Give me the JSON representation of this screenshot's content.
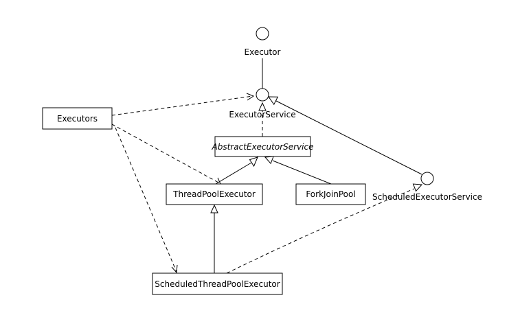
{
  "nodes": {
    "executor": {
      "label": "Executor",
      "kind": "interface"
    },
    "executor_service": {
      "label": "ExecutorService",
      "kind": "interface"
    },
    "scheduled_executor_service": {
      "label": "ScheduledExecutorService",
      "kind": "interface"
    },
    "abstract_executor_service": {
      "label": "AbstractExecutorService",
      "kind": "abstract-class"
    },
    "thread_pool_executor": {
      "label": "ThreadPoolExecutor",
      "kind": "class"
    },
    "fork_join_pool": {
      "label": "ForkJoinPool",
      "kind": "class"
    },
    "scheduled_thread_pool_executor": {
      "label": "ScheduledThreadPoolExecutor",
      "kind": "class"
    },
    "executors": {
      "label": "Executors",
      "kind": "class"
    }
  },
  "edges": [
    {
      "from": "executor_service",
      "to": "executor",
      "style": "solid-line"
    },
    {
      "from": "scheduled_executor_service",
      "to": "executor_service",
      "style": "generalization"
    },
    {
      "from": "abstract_executor_service",
      "to": "executor_service",
      "style": "realization"
    },
    {
      "from": "thread_pool_executor",
      "to": "abstract_executor_service",
      "style": "generalization"
    },
    {
      "from": "fork_join_pool",
      "to": "abstract_executor_service",
      "style": "generalization"
    },
    {
      "from": "scheduled_thread_pool_executor",
      "to": "thread_pool_executor",
      "style": "generalization"
    },
    {
      "from": "scheduled_thread_pool_executor",
      "to": "scheduled_executor_service",
      "style": "realization"
    },
    {
      "from": "executors",
      "to": "executor_service",
      "style": "dependency"
    },
    {
      "from": "executors",
      "to": "thread_pool_executor",
      "style": "dependency"
    },
    {
      "from": "executors",
      "to": "scheduled_thread_pool_executor",
      "style": "dependency"
    }
  ]
}
